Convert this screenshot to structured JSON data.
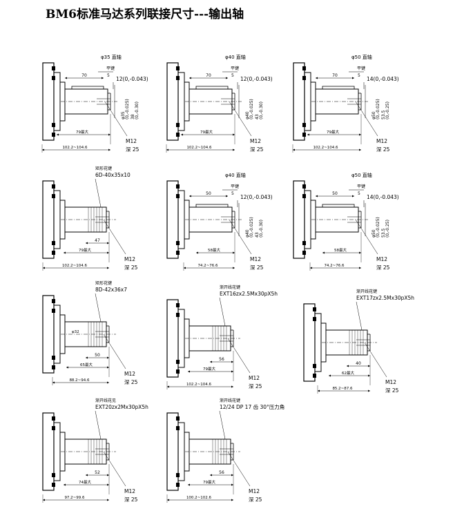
{
  "title": "BM6标准马达系列联接尺寸---输出轴",
  "drawings": [
    {
      "id": "d1",
      "kind": "flat-keyed",
      "shaft_label": "φ35 直轴",
      "key_label": "平键",
      "key_dims": "12(0,-0.043)",
      "key_len": "70",
      "small_dim": "5",
      "dia_tol_a": "(0,-0.025)",
      "dia_tol_a_base": "φ35",
      "dia_tol_b": "(0,-0.30)",
      "dia_tol_b_base": "38",
      "thread": "M12",
      "depth": "深 25",
      "flange_dim": "79最大",
      "total_dim": "102.2~104.6"
    },
    {
      "id": "d2",
      "kind": "flat-keyed",
      "shaft_label": "φ40 直轴",
      "key_label": "平键",
      "key_dims": "12(0,-0.043)",
      "key_len": "70",
      "small_dim": "5",
      "dia_tol_a": "(0,-0.025)",
      "dia_tol_a_base": "φ40",
      "dia_tol_b": "(0,-0.30)",
      "dia_tol_b_base": "43",
      "thread": "M12",
      "depth": "深 25",
      "flange_dim": "79最大",
      "total_dim": "102.2~104.6"
    },
    {
      "id": "d3",
      "kind": "flat-keyed",
      "shaft_label": "φ50 直轴",
      "key_label": "平键",
      "key_dims": "14(0,-0.043)",
      "key_len": "70",
      "small_dim": "5",
      "dia_tol_a": "(0,-0.025)",
      "dia_tol_a_base": "φ50",
      "dia_tol_b": "(0,-0.25)",
      "dia_tol_b_base": "53.5",
      "thread": "M12",
      "depth": "深 25",
      "flange_dim": "79最大",
      "total_dim": "102.2~104.6"
    },
    {
      "id": "d4",
      "kind": "spline",
      "spline_label": "矩形花键",
      "spline_spec": "6D-40x35x10",
      "inner_dim": "47",
      "thread": "M12",
      "depth": "深 25",
      "flange_dim": "79最大",
      "total_dim": "102.2~104.6"
    },
    {
      "id": "d5",
      "kind": "flat-keyed",
      "shaft_label": "φ40 直轴",
      "key_label": "平键",
      "key_dims": "12(0,-0.043)",
      "key_len": "50",
      "small_dim": "5",
      "dia_tol_a": "(0,-0.025)",
      "dia_tol_a_base": "φ40",
      "dia_tol_b": "(0,-0.30)",
      "dia_tol_b_base": "43",
      "thread": "M12",
      "depth": "深 25",
      "flange_dim": "58最大",
      "total_dim": "74.2~76.6"
    },
    {
      "id": "d6",
      "kind": "flat-keyed",
      "shaft_label": "φ50 直轴",
      "key_label": "平键",
      "key_dims": "14(0,-0.043)",
      "key_len": "50",
      "small_dim": "5",
      "dia_tol_a": "(0,-0.025)",
      "dia_tol_a_base": "φ50",
      "dia_tol_b": "(0,-0.25)",
      "dia_tol_b_base": "53.5",
      "thread": "M12",
      "depth": "深 25",
      "flange_dim": "58最大",
      "total_dim": "74.2~76.6"
    },
    {
      "id": "d7",
      "kind": "spline",
      "spline_label": "矩形花键",
      "spline_spec": "8D-42x36x7",
      "inner_dim": "50",
      "thread": "M12",
      "depth": "深 25",
      "flange_dim": "65最大",
      "total_dim": "88.2~94.6",
      "extra_dim": "φ32"
    },
    {
      "id": "d8",
      "kind": "spline",
      "spline_label": "渐开线花键",
      "spline_spec": "EXT16zx2.5Mx30pX5h",
      "inner_dim": "56",
      "thread": "M12",
      "depth": "深 25",
      "flange_dim": "79最大",
      "total_dim": "102.2~104.6"
    },
    {
      "id": "d9",
      "kind": "spline",
      "spline_label": "渐开线花键",
      "spline_spec": "EXT17zx2.5Mx30pX5h",
      "inner_dim": "40",
      "thread": "M12",
      "depth": "深 25",
      "flange_dim": "62最大",
      "total_dim": "85.2~87.6"
    },
    {
      "id": "d10",
      "kind": "spline",
      "spline_label": "渐开线花见",
      "spline_spec": "EXT20zx2Mx30pX5h",
      "inner_dim": "52",
      "thread": "M12",
      "depth": "深 25",
      "flange_dim": "74最大",
      "total_dim": "97.2~99.6"
    },
    {
      "id": "d11",
      "kind": "spline",
      "spline_label": "渐开线花键",
      "spline_spec": "12/24 DP 17 齿 30°压力角",
      "inner_dim": "56",
      "thread": "M12",
      "depth": "深 25",
      "flange_dim": "79最大",
      "total_dim": "100.2~102.6"
    }
  ]
}
